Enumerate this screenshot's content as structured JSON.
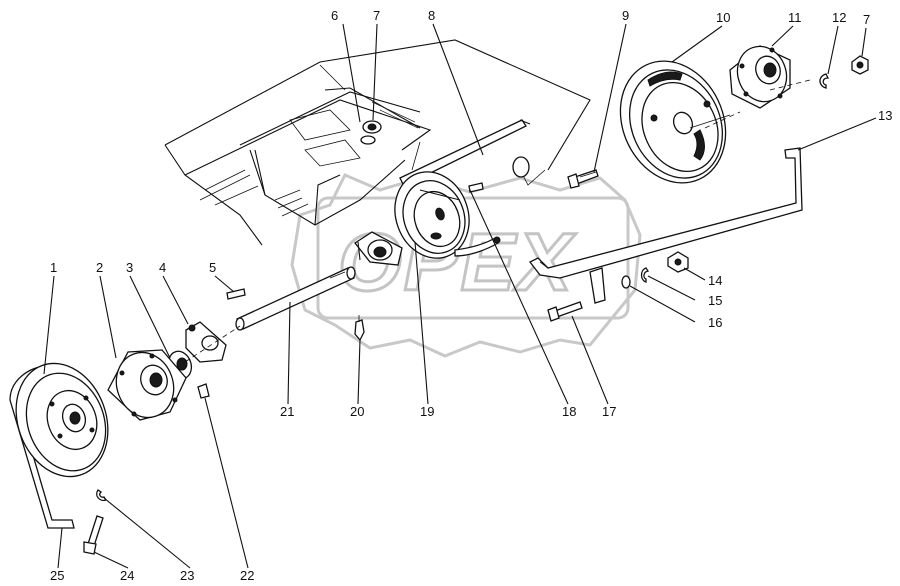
{
  "callouts": [
    {
      "n": "1"
    },
    {
      "n": "2"
    },
    {
      "n": "3"
    },
    {
      "n": "4"
    },
    {
      "n": "5"
    },
    {
      "n": "6"
    },
    {
      "n": "7"
    },
    {
      "n": "8"
    },
    {
      "n": "9"
    },
    {
      "n": "10"
    },
    {
      "n": "11"
    },
    {
      "n": "12"
    },
    {
      "n": "7"
    },
    {
      "n": "13"
    },
    {
      "n": "14"
    },
    {
      "n": "15"
    },
    {
      "n": "16"
    },
    {
      "n": "17"
    },
    {
      "n": "18"
    },
    {
      "n": "19"
    },
    {
      "n": "20"
    },
    {
      "n": "21"
    },
    {
      "n": "22"
    },
    {
      "n": "23"
    },
    {
      "n": "24"
    },
    {
      "n": "25"
    }
  ],
  "watermark": {
    "text": "OPEX"
  },
  "colors": {
    "line": "#111111",
    "watermark": "#c8c8c8",
    "background": "#ffffff"
  }
}
